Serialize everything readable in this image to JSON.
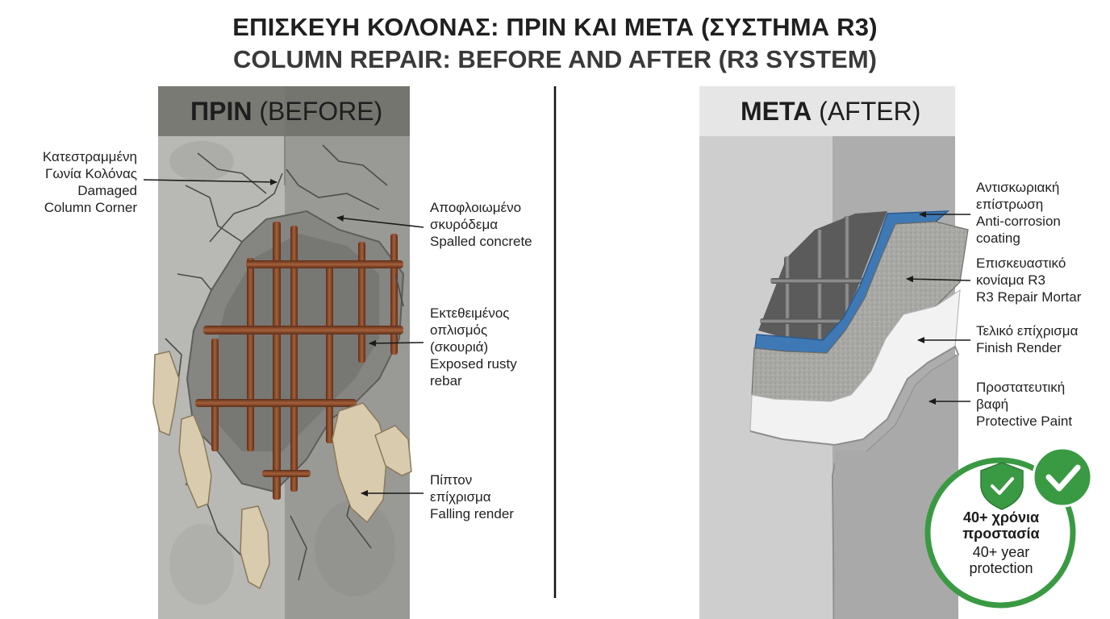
{
  "title": {
    "greek": "ΕΠΙΣΚΕΥΗ ΚΟΛΟΝΑΣ: ΠΡΙΝ ΚΑΙ ΜΕΤΑ (ΣΥΣΤΗΜΑ R3)",
    "english_bold": "COLUMN REPAIR:",
    "english_rest": " BEFORE AND AFTER (R3 SYSTEM)"
  },
  "before": {
    "head_bold": "ΠΡΙΝ",
    "head_rest": " (BEFORE)",
    "labels": {
      "damaged_corner": [
        "Κατεστραμμένη",
        "Γωνία Κολόνας",
        "Damaged",
        "Column Corner"
      ],
      "spalled_concrete": [
        "Αποφλοιωμένο",
        "σκυρόδεμα",
        "Spalled concrete"
      ],
      "exposed_rebar": [
        "Εκτεθειμένος",
        "οπλισμός",
        "(σκουριά)",
        "Exposed rusty",
        "rebar"
      ],
      "falling_render": [
        "Πίπτον",
        "επίχρισμα",
        "Falling render"
      ]
    }
  },
  "after": {
    "head_bold": "ΜΕΤΑ",
    "head_rest": " (AFTER)",
    "labels": {
      "anti_corrosion": [
        "Αντισκωριακή",
        "επίστρωση",
        "Anti-corrosion",
        "coating"
      ],
      "repair_mortar": [
        "Επισκευαστικό",
        "κονίαμα R3",
        "R3 Repair Mortar"
      ],
      "finish_render": [
        "Τελικό επίχρισμα",
        "Finish Render"
      ],
      "protective_paint": [
        "Προστατευτική",
        "βαφή",
        "Protective Paint"
      ]
    }
  },
  "badge": {
    "greek": [
      "40+ χρόνια",
      "προστασία"
    ],
    "english": [
      "40+ year",
      "protection"
    ]
  },
  "colors": {
    "concrete": "#b4b4b1",
    "concrete_dark": "#8e8e8b",
    "rust": "#8a4a2a",
    "render": "#d8cbb0",
    "coating_blue": "#3f79b5",
    "mortar": "#a6a6a3",
    "finish_white": "#f2f2f2",
    "paint_grey": "#a9a9a9",
    "badge_green": "#3a9a43"
  }
}
